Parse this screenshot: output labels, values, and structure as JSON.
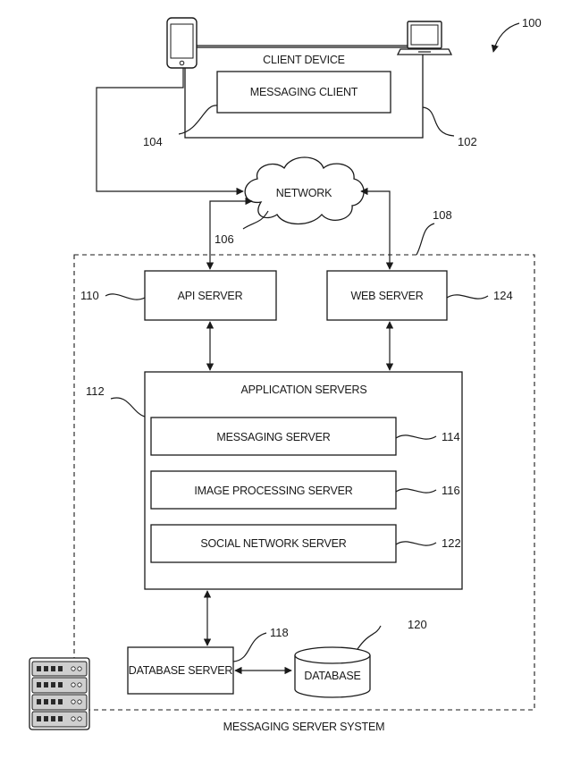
{
  "figure_number": "100",
  "client_device": {
    "label": "CLIENT DEVICE",
    "ref": "102"
  },
  "messaging_client": {
    "label": "MESSAGING CLIENT",
    "ref": "104"
  },
  "network": {
    "label": "NETWORK",
    "ref": "106"
  },
  "messaging_server_system": {
    "label": "MESSAGING SERVER SYSTEM",
    "ref": "108"
  },
  "api_server": {
    "label": "API SERVER",
    "ref": "110"
  },
  "web_server": {
    "label": "WEB SERVER",
    "ref": "124"
  },
  "application_servers": {
    "label": "APPLICATION SERVERS",
    "ref": "112"
  },
  "messaging_server": {
    "label": "MESSAGING SERVER",
    "ref": "114"
  },
  "image_processing_server": {
    "label": "IMAGE PROCESSING SERVER",
    "ref": "116"
  },
  "social_network_server": {
    "label": "SOCIAL NETWORK SERVER",
    "ref": "122"
  },
  "database_server": {
    "label": "DATABASE SERVER",
    "ref": "118"
  },
  "database": {
    "label": "DATABASE",
    "ref": "120"
  },
  "icons": [
    "smartphone-icon",
    "laptop-icon",
    "server-rack-icon"
  ]
}
